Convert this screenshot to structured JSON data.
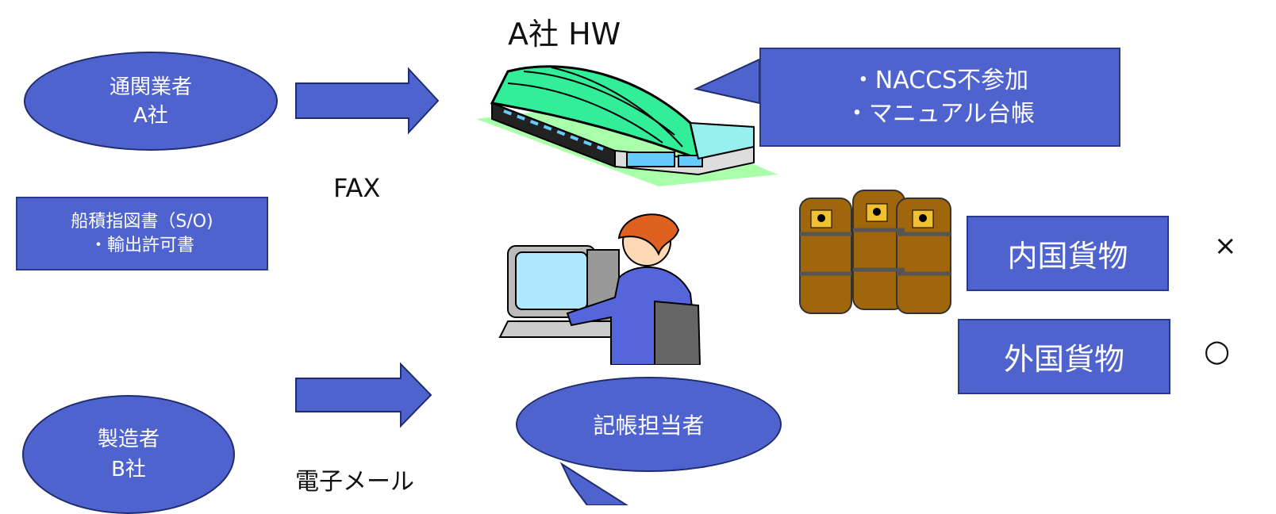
{
  "warehouse_title": "A社 HW",
  "customs_broker": {
    "line1": "通関業者",
    "line2": "A社"
  },
  "manufacturer": {
    "line1": "製造者",
    "line2": "B社"
  },
  "bookkeeper": {
    "label": "記帳担当者"
  },
  "documents_box": {
    "line1": "船積指図書（S/O)",
    "line2": "・輸出許可書"
  },
  "callout": {
    "line1": "・NACCS不参加",
    "line2": "・マニュアル台帳"
  },
  "fax_label": "FAX",
  "email_label": "電子メール",
  "domestic_cargo": {
    "label": "内国貨物",
    "mark": "×"
  },
  "foreign_cargo": {
    "label": "外国貨物",
    "mark": "○"
  },
  "colors": {
    "shape_fill": "#4f63cf",
    "shape_border": "#1f2c6e",
    "warehouse_roof": "#33ee99",
    "barrel": "#a0660c"
  },
  "icons": [
    "warehouse-icon",
    "computer-operator-icon",
    "hazard-barrels-icon"
  ]
}
